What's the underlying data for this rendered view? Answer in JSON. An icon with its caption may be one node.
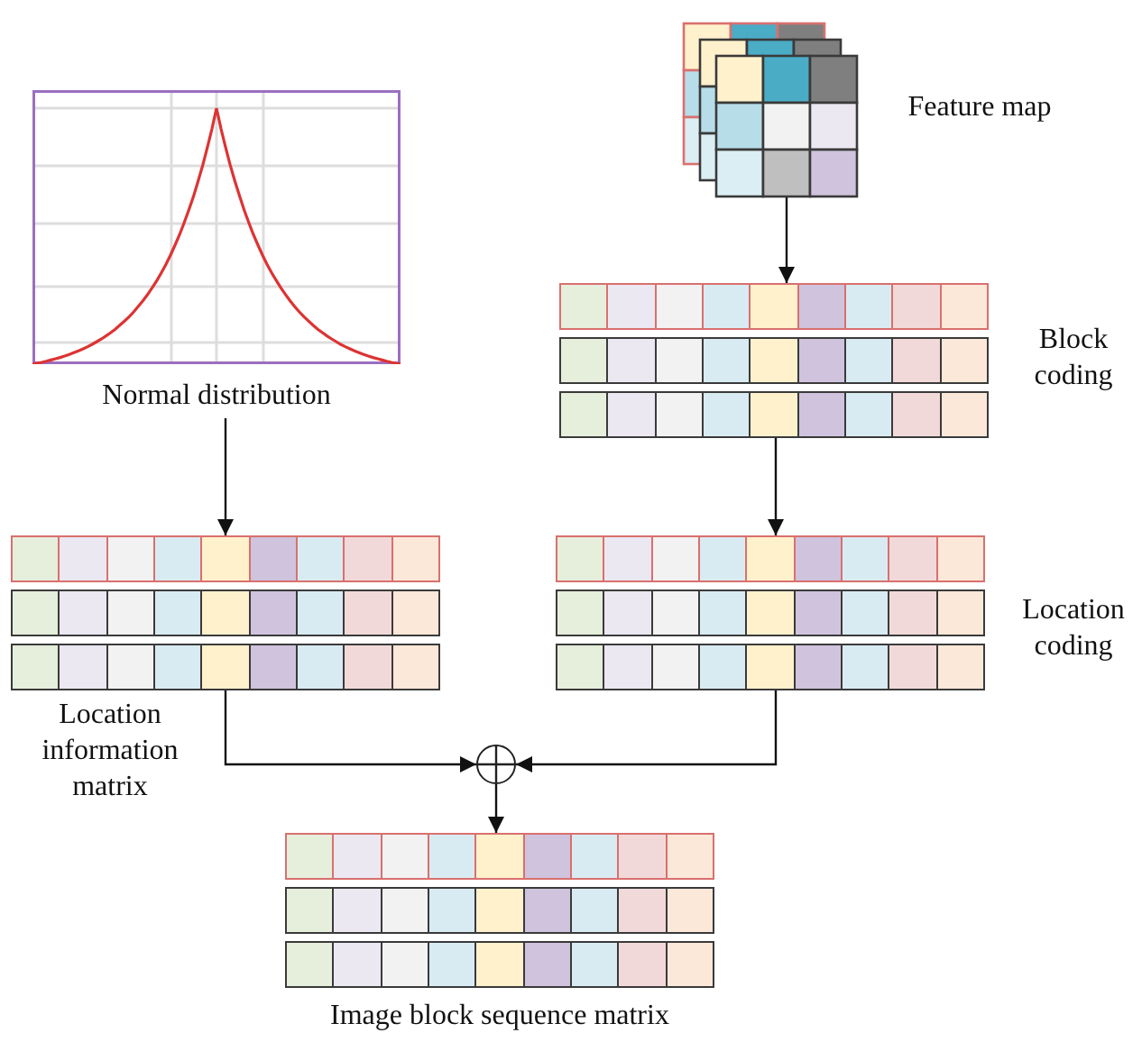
{
  "diagram": {
    "nodes": [
      {
        "text": [
          "Normal distribution"
        ]
      },
      {
        "text": [
          "Feature map"
        ]
      },
      {
        "text": [
          "Block coding"
        ]
      },
      {
        "text": [
          "Location information matrix"
        ]
      },
      {
        "text": [
          "Location coding"
        ]
      },
      {
        "text": [],
        "shape": "circle"
      },
      {
        "text": [
          "Image block sequence matrix"
        ]
      }
    ],
    "edges": [
      {
        "from": 0,
        "to": 3,
        "arrow": "to"
      },
      {
        "from": 1,
        "to": 2,
        "arrow": "to"
      },
      {
        "from": 2,
        "to": 4,
        "arrow": "to"
      },
      {
        "from": 3,
        "to": 5,
        "arrow": "to"
      },
      {
        "from": 4,
        "to": 5,
        "arrow": "to"
      },
      {
        "from": 5,
        "to": 6,
        "arrow": "to"
      }
    ]
  }
}
